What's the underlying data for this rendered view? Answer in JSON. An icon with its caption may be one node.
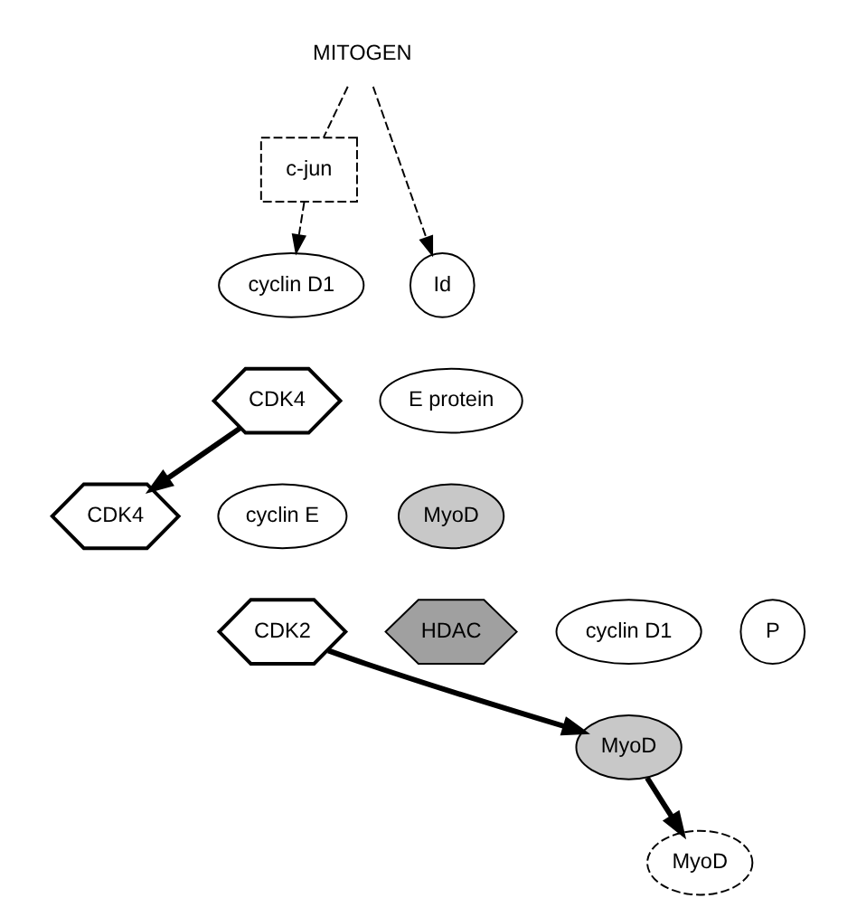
{
  "diagram": {
    "nodes": [
      {
        "text": [
          "MITOGEN"
        ]
      },
      {
        "text": [
          "c-jun"
        ]
      },
      {
        "text": [
          "Id"
        ]
      },
      {
        "text": [
          "E protein"
        ]
      },
      {
        "text": [
          "cyclin D1"
        ]
      },
      {
        "text": [
          "CDK4"
        ]
      },
      {
        "text": [
          "cyclin D1"
        ]
      },
      {
        "text": [
          "MyoD"
        ]
      },
      {
        "text": [
          "CDK4"
        ]
      },
      {
        "text": [
          "P"
        ]
      },
      {
        "text": [
          "MyoD"
        ]
      },
      {
        "text": [
          "MyoD"
        ]
      },
      {
        "text": [
          "HDAC"
        ]
      },
      {
        "text": [
          "cyclin E"
        ]
      },
      {
        "text": [
          "CDK2"
        ]
      }
    ],
    "edges": [
      {
        "from": 0,
        "to": 2,
        "arrow": "to",
        "style": "dashed"
      },
      {
        "from": 0,
        "to": 1,
        "arrow": "none",
        "style": "dashed"
      },
      {
        "from": 1,
        "to": 4,
        "arrow": "to",
        "style": "dashed"
      },
      {
        "from": 5,
        "to": 8,
        "arrow": "to",
        "style": "thick"
      },
      {
        "from": 7,
        "to": 10,
        "arrow": "to",
        "style": "thick"
      },
      {
        "from": 14,
        "to": 7,
        "arrow": "to",
        "style": "thick"
      }
    ]
  }
}
